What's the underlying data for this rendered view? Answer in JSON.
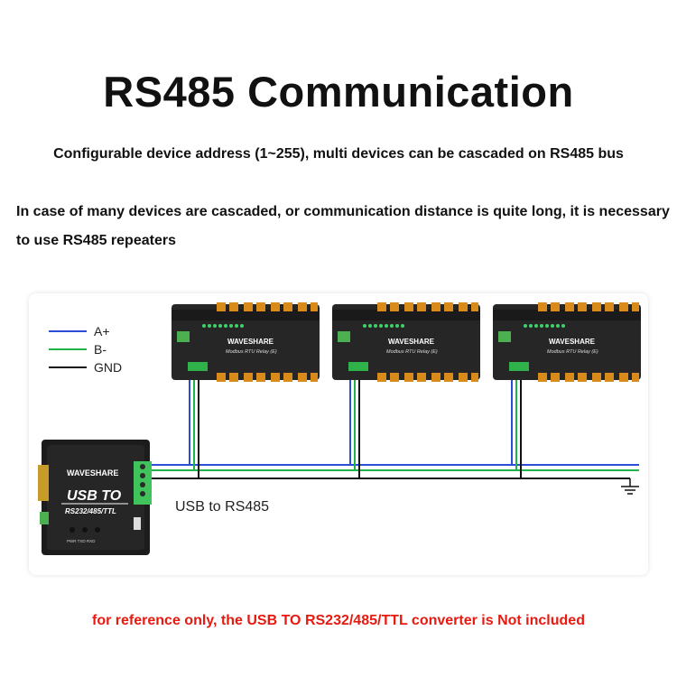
{
  "header": {
    "title": "RS485 Communication",
    "subtitle": "Configurable device address (1~255), multi devices can be cascaded on RS485 bus",
    "paragraph": "In case of many devices are cascaded, or communication distance is quite long, it is necessary to use RS485 repeaters"
  },
  "legend": {
    "items": [
      {
        "label": "A+",
        "color": "#2a4fd6"
      },
      {
        "label": "B-",
        "color": "#22b24a"
      },
      {
        "label": "GND",
        "color": "#111111"
      }
    ]
  },
  "devices": {
    "relay_brand": "WAVESHARE",
    "relay_model": "Modbus RTU Relay (E)",
    "count": 3
  },
  "converter": {
    "brand": "WAVESHARE",
    "line1": "USB TO",
    "line2": "RS232/485/TTL",
    "leds": "PWR TXD RXD",
    "label": "USB to RS485"
  },
  "footer": {
    "note": "for reference only, the USB TO RS232/485/TTL converter is Not included",
    "note_color": "#e8190f"
  }
}
